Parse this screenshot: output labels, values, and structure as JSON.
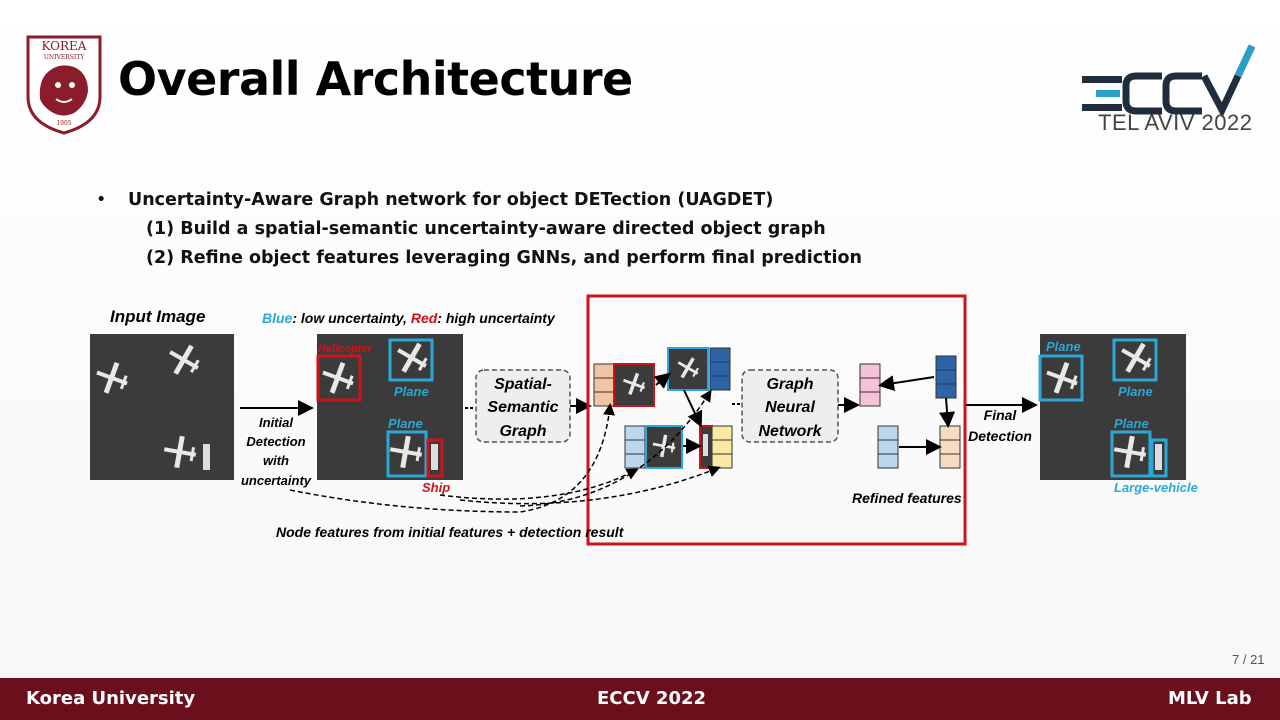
{
  "slide": {
    "title": "Overall Architecture",
    "page": "7 / 21"
  },
  "logo": {
    "top_text": "KOREA",
    "sub_text": "UNIVERSITY",
    "year": "1905",
    "color": "#8a1c2b"
  },
  "conference_logo": {
    "name": "ECCV",
    "city": "TEL AVIV 2022",
    "colors": {
      "dark": "#1f2d3d",
      "accent": "#2aa0c8"
    }
  },
  "bullets": {
    "main": "Uncertainty-Aware Graph network for object DETection (UAGDET)",
    "sub": [
      "(1)  Build a spatial-semantic uncertainty-aware directed object graph",
      "(2)  Refine object features leveraging GNNs, and perform final prediction"
    ]
  },
  "diagram": {
    "input_label": "Input Image",
    "legend": {
      "blue": "Blue",
      "blue_text": ": low uncertainty, ",
      "red": "Red",
      "red_text": ": high uncertainty"
    },
    "initial_detection": [
      "Initial",
      "Detection",
      "with",
      "uncertainty"
    ],
    "det_labels": {
      "helicopter": "Helicopter",
      "plane1": "Plane",
      "plane2": "Plane",
      "ship": "Ship"
    },
    "ssg": [
      "Spatial-",
      "Semantic",
      "Graph"
    ],
    "gnn": [
      "Graph",
      "Neural",
      "Network"
    ],
    "refined": "Refined features",
    "final_detection": [
      "Final",
      "Detection"
    ],
    "final_labels": {
      "plane1": "Plane",
      "plane2": "Plane",
      "plane3": "Plane",
      "vehicle": "Large-vehicle"
    },
    "node_caption": "Node features from initial features + detection result",
    "colors": {
      "blue": "#2aa8d8",
      "red": "#d0121b",
      "orange_feat": "#f2c4a6",
      "purple_feat": "#d9c6e8",
      "dark_blue_feat": "#2e64a6",
      "light_blue_feat": "#bcd6ee",
      "yellow_feat": "#f9e9a3",
      "pink_feat": "#f4c2d9",
      "peach_feat": "#f8dcc0",
      "image_bg": "#3b3b3b"
    }
  },
  "footer": {
    "left": "Korea University",
    "center": "ECCV 2022",
    "right": "MLV Lab",
    "color": "#6b0f1c"
  }
}
